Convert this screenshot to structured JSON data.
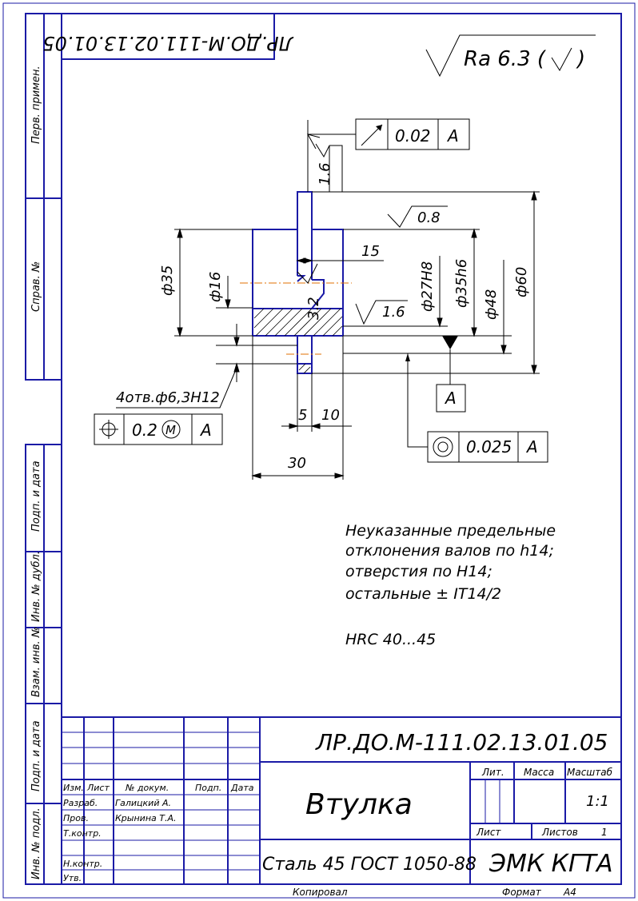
{
  "doc_code": "ЛР.ДО.М-111.02.13.01.05",
  "doc_code_rotated": "ЛР.ДО.М-111.02.13.01.05",
  "roughness_general": "Ra 6.3 (",
  "roughness_general_close": ")",
  "side_labels": {
    "perv_primen": "Перв. примен.",
    "sprav_no": "Справ. №",
    "podp_data_1": "Подп. и дата",
    "inv_dubl": "Инв. № дубл.",
    "vzam_inv": "Взам. инв. №",
    "podp_data_2": "Подп. и дата",
    "inv_podl": "Инв. № подл."
  },
  "drawing": {
    "runout_value": "0.02",
    "runout_datum": "A",
    "rough_top": "1.6",
    "rough_face": "0.8",
    "rough_bore": "1.6",
    "rough_chamfer": "3.2",
    "dim_15": "15",
    "dim_d35": "ф35",
    "dim_d16": "ф16",
    "dim_d27": "ф27Н8",
    "dim_d35h6": "ф35h6",
    "dim_d48": "ф48",
    "dim_d60": "ф60",
    "datum_a": "A",
    "holes_note": "4отв.ф6,3Н12",
    "position_tol": "0.2",
    "position_mod": "M",
    "position_datum": "A",
    "coax_value": "0.025",
    "coax_datum": "A",
    "dim_5": "5",
    "dim_10": "10",
    "dim_30": "30"
  },
  "notes": [
    "Неуказанные предельные",
    "отклонения валов по h14;",
    "отверстия по Н14;",
    "остальные ± IT14/2"
  ],
  "hardness": "HRC 40...45",
  "title_block": {
    "code": "ЛР.ДО.М-111.02.13.01.05",
    "headers": {
      "izm": "Изм.",
      "list": "Лист",
      "doc_no": "№ докум.",
      "podp": "Подп.",
      "data": "Дата"
    },
    "roles": {
      "razrab": "Разраб.",
      "prov": "Пров.",
      "tkontr": "Т.контр.",
      "nkontr": "Н.контр.",
      "utv": "Утв."
    },
    "names": {
      "razrab": "Галицкий А.",
      "prov": "Крынина Т.А."
    },
    "part_name": "Втулка",
    "material": "Сталь 45 ГОСТ 1050-88",
    "lit": "Лит.",
    "massa": "Масса",
    "masshtab": "Масштаб",
    "scale": "1:1",
    "sheet": "Лист",
    "sheets": "Листов",
    "sheets_count": "1",
    "org": "ЭМК КГТА"
  },
  "footer": {
    "copied": "Копировал",
    "format": "Формат",
    "format_value": "А4"
  }
}
